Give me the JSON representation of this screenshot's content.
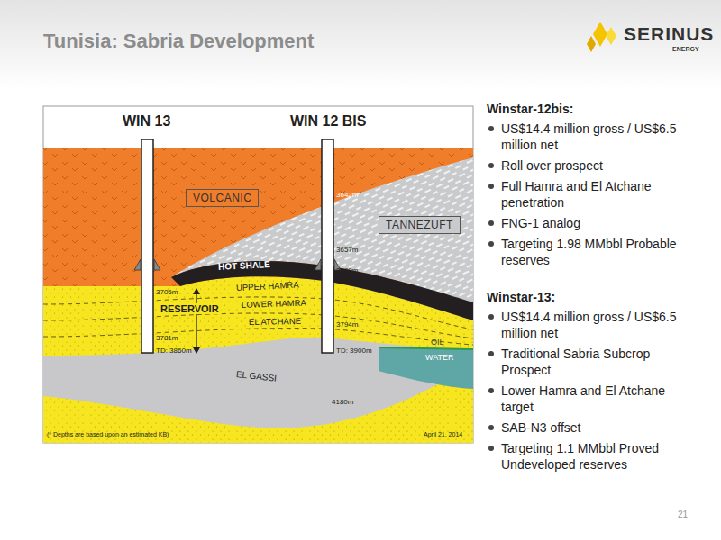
{
  "diagram": {
    "title": "Tunisia: Sabria Development",
    "nodes": [
      {
        "text": [
          "VOLCANIC"
        ]
      },
      {
        "text": [
          "TANNEZUFT"
        ]
      }
    ],
    "labels": [
      "SERINUS",
      "ENERGY",
      "WIN 13",
      "WIN 12 BIS",
      "3642m",
      "3657m",
      "3690m",
      "HOT SHALE",
      "UPPER HAMRA",
      "LOWER HAMRA",
      "EL ATCHANE",
      "RESERVOIR",
      "3705m",
      "3781m",
      "3794m",
      "TD: 3860m",
      "TD: 3900m",
      "OIL",
      "WATER",
      "EL GASSI",
      "4180m",
      "(* Depths are based upon an estimated KB)",
      "April 21, 2014",
      "Winstar-12bis:",
      "US$14.4 million gross / US$6.5 million net",
      "Roll over prospect",
      "Full Hamra and El Atchane penetration",
      "FNG-1 analog",
      "Targeting 1.98 MMbbl Probable reserves",
      "Winstar-13:",
      "US$14.4 million gross / US$6.5 million net",
      "Traditional Sabria Subcrop Prospect",
      "Lower Hamra and El Atchane target",
      "SAB-N3 offset",
      "Targeting 1.1 MMbbl Proved Undeveloped reserves",
      "21"
    ]
  }
}
